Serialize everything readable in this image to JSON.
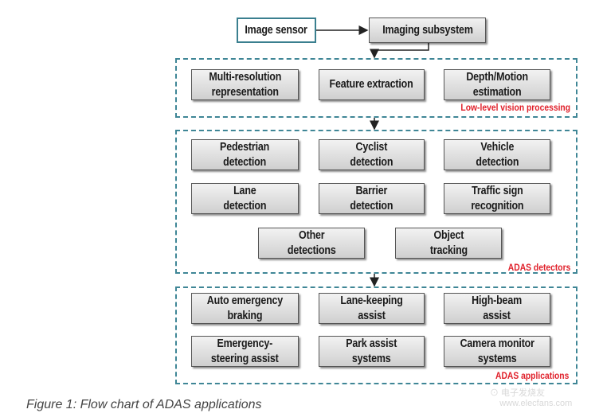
{
  "top": {
    "image_sensor": "Image sensor",
    "imaging_subsystem": "Imaging subsystem"
  },
  "low_level": {
    "label": "Low-level vision processing",
    "items": [
      "Multi-resolution\nrepresentation",
      "Feature extraction",
      "Depth/Motion\nestimation"
    ]
  },
  "detectors": {
    "label": "ADAS detectors",
    "items": [
      "Pedestrian\ndetection",
      "Cyclist\ndetection",
      "Vehicle\ndetection",
      "Lane\ndetection",
      "Barrier\ndetection",
      "Traffic sign\nrecognition",
      "Other\ndetections",
      "Object\ntracking"
    ]
  },
  "applications": {
    "label": "ADAS applications",
    "items": [
      "Auto emergency\nbraking",
      "Lane-keeping\nassist",
      "High-beam\nassist",
      "Emergency-\nsteering assist",
      "Park assist\nsystems",
      "Camera monitor\nsystems"
    ]
  },
  "caption": "Figure 1: Flow chart of ADAS applications",
  "watermark": "电子发烧友 www.elecfans.com",
  "colors": {
    "group_border": "#3f8696",
    "group_label": "#e0202a",
    "box_fill": "#d9d9d9"
  }
}
